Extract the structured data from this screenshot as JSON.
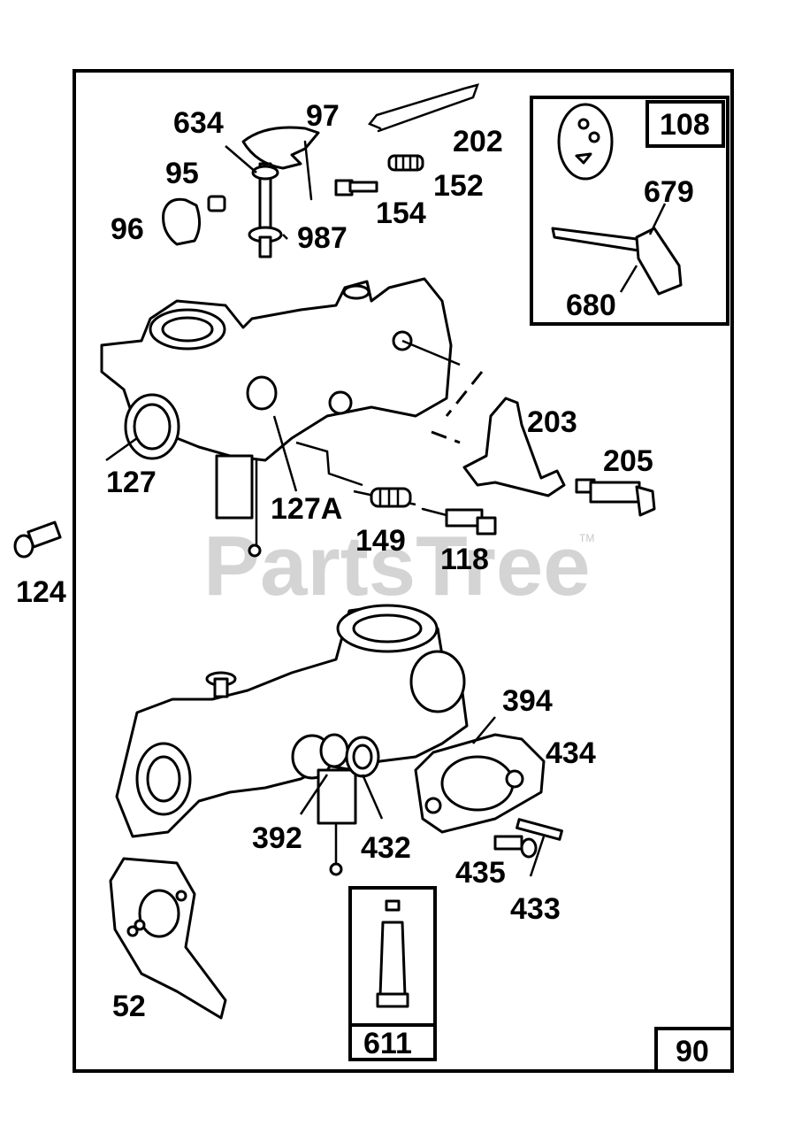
{
  "watermark": "PartsTree",
  "trademark": "TM",
  "diagram": {
    "figure_number": "90",
    "parts": [
      {
        "label": "634"
      },
      {
        "label": "97"
      },
      {
        "label": "202"
      },
      {
        "label": "95"
      },
      {
        "label": "152"
      },
      {
        "label": "154"
      },
      {
        "label": "96"
      },
      {
        "label": "987"
      },
      {
        "label": "203"
      },
      {
        "label": "205"
      },
      {
        "label": "127"
      },
      {
        "label": "127A"
      },
      {
        "label": "149"
      },
      {
        "label": "118"
      },
      {
        "label": "124"
      },
      {
        "label": "394"
      },
      {
        "label": "434"
      },
      {
        "label": "392"
      },
      {
        "label": "432"
      },
      {
        "label": "435"
      },
      {
        "label": "433"
      },
      {
        "label": "52"
      }
    ],
    "inset_108": {
      "box_label": "108",
      "parts": [
        {
          "label": "679"
        },
        {
          "label": "680"
        }
      ]
    },
    "inset_611": {
      "box_label": "611"
    }
  }
}
